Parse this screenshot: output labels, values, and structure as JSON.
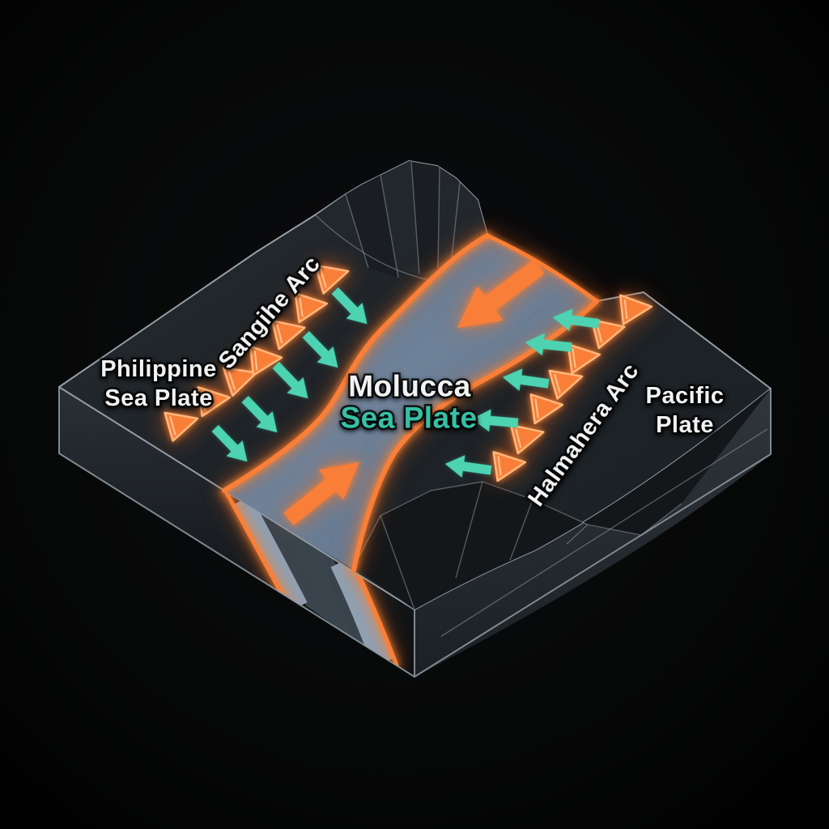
{
  "colors": {
    "bg": "#060607",
    "surface": "#23282c",
    "surfaceDark": "#17191d",
    "edge": "#929da5",
    "band": "#64788f",
    "slab": "#8da2b5",
    "orange": "#f97f38",
    "teal": "#4dd3b2",
    "textWhite": "#f2f2f2",
    "textTeal": "#36c0a5"
  },
  "labels": {
    "philippine_line1": "Philippine",
    "philippine_line2": "Sea Plate",
    "sangihe": "Sangihe Arc",
    "molucca_line1": "Molucca",
    "molucca_line2": "Sea Plate",
    "halmahera": "Halmahera Arc",
    "pacific_line1": "Pacific",
    "pacific_line2": "Plate"
  },
  "symbols": {
    "sangihe_volcano_count": 7,
    "halmahera_volcano_count": 7,
    "sangihe_convergence_arrow_count": 5,
    "halmahera_convergence_arrow_count": 5,
    "plate_motion_arrow_count": 2,
    "sangihe_arrows_direction": "southeast toward trench",
    "halmahera_arrows_direction": "west toward trench",
    "upper_plate_arrow_direction": "southwest",
    "lower_plate_arrow_direction": "northeast"
  }
}
